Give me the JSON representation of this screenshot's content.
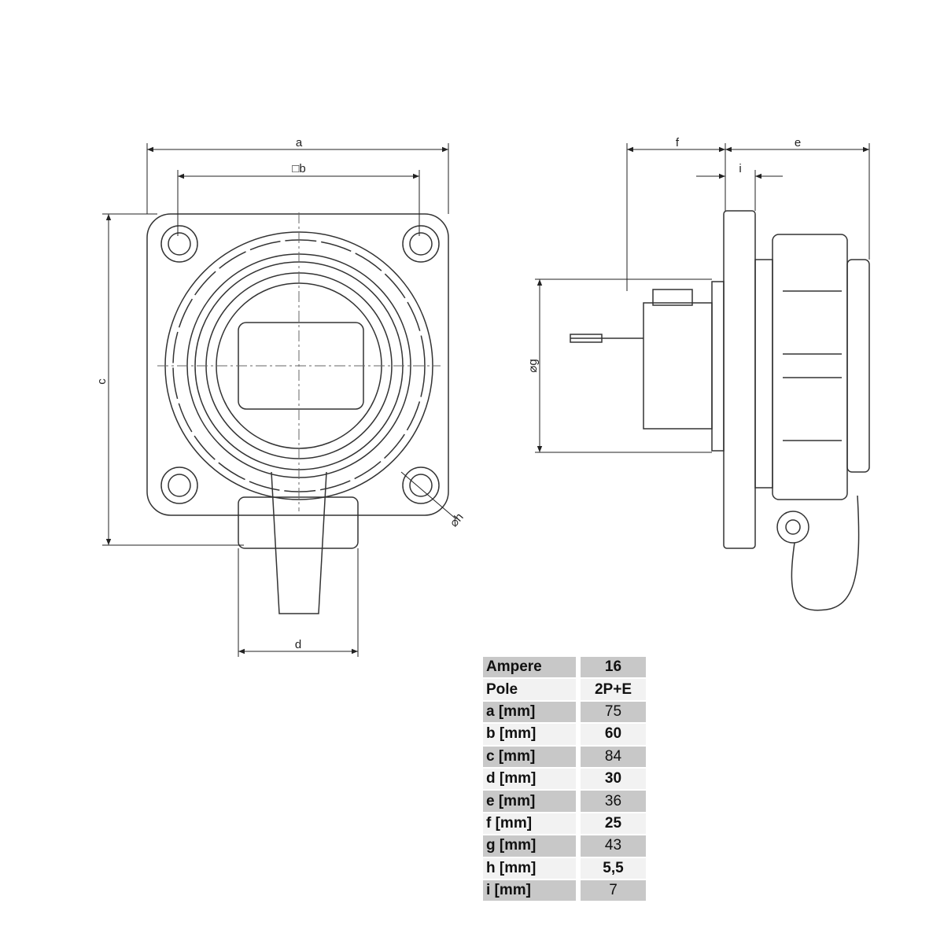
{
  "dimensions": {
    "a": "a",
    "b": "□b",
    "c": "c",
    "d": "d",
    "e": "e",
    "f": "f",
    "g": "⌀g",
    "h": "⌀h",
    "i": "i"
  },
  "spec_table": {
    "rows": [
      {
        "label": "Ampere",
        "value": "16"
      },
      {
        "label": "Pole",
        "value": "2P+E"
      },
      {
        "label": "a [mm]",
        "value": "75"
      },
      {
        "label": "b [mm]",
        "value": "60"
      },
      {
        "label": "c [mm]",
        "value": "84"
      },
      {
        "label": "d [mm]",
        "value": "30"
      },
      {
        "label": "e [mm]",
        "value": "36"
      },
      {
        "label": "f [mm]",
        "value": "25"
      },
      {
        "label": "g [mm]",
        "value": "43"
      },
      {
        "label": "h [mm]",
        "value": "5,5"
      },
      {
        "label": "i [mm]",
        "value": "7"
      }
    ]
  }
}
